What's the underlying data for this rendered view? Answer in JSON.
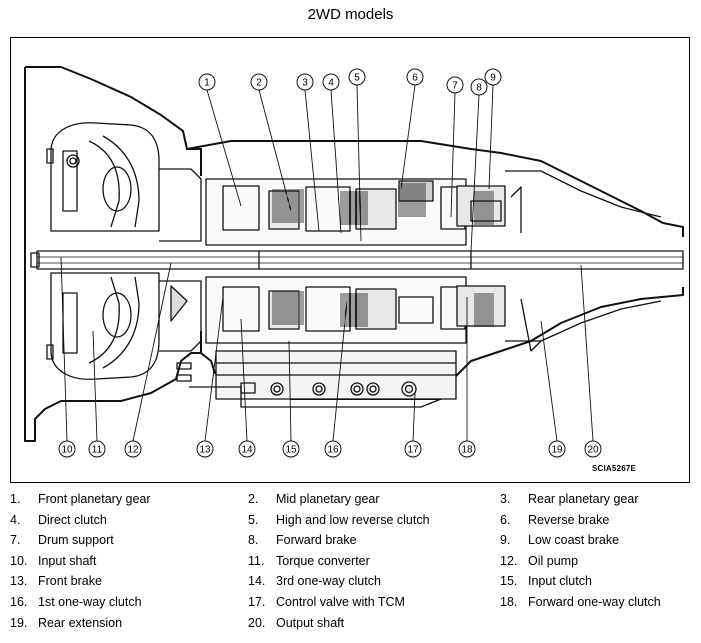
{
  "title": "2WD models",
  "figure_code": "SCIA5267E",
  "callouts": [
    "1",
    "2",
    "3",
    "4",
    "5",
    "6",
    "7",
    "8",
    "9",
    "10",
    "11",
    "12",
    "13",
    "14",
    "15",
    "16",
    "17",
    "18",
    "19",
    "20"
  ],
  "legend": [
    {
      "num": "1.",
      "label": "Front planetary gear"
    },
    {
      "num": "2.",
      "label": "Mid planetary gear"
    },
    {
      "num": "3.",
      "label": "Rear planetary gear"
    },
    {
      "num": "4.",
      "label": "Direct clutch"
    },
    {
      "num": "5.",
      "label": "High and low reverse clutch"
    },
    {
      "num": "6.",
      "label": "Reverse brake"
    },
    {
      "num": "7.",
      "label": "Drum support"
    },
    {
      "num": "8.",
      "label": "Forward brake"
    },
    {
      "num": "9.",
      "label": "Low coast brake"
    },
    {
      "num": "10.",
      "label": "Input shaft"
    },
    {
      "num": "11.",
      "label": "Torque converter"
    },
    {
      "num": "12.",
      "label": "Oil pump"
    },
    {
      "num": "13.",
      "label": "Front brake"
    },
    {
      "num": "14.",
      "label": "3rd one-way clutch"
    },
    {
      "num": "15.",
      "label": "Input clutch"
    },
    {
      "num": "16.",
      "label": "1st one-way clutch"
    },
    {
      "num": "17.",
      "label": "Control valve with TCM"
    },
    {
      "num": "18.",
      "label": "Forward one-way clutch"
    },
    {
      "num": "19.",
      "label": "Rear extension"
    },
    {
      "num": "20.",
      "label": "Output shaft"
    }
  ]
}
